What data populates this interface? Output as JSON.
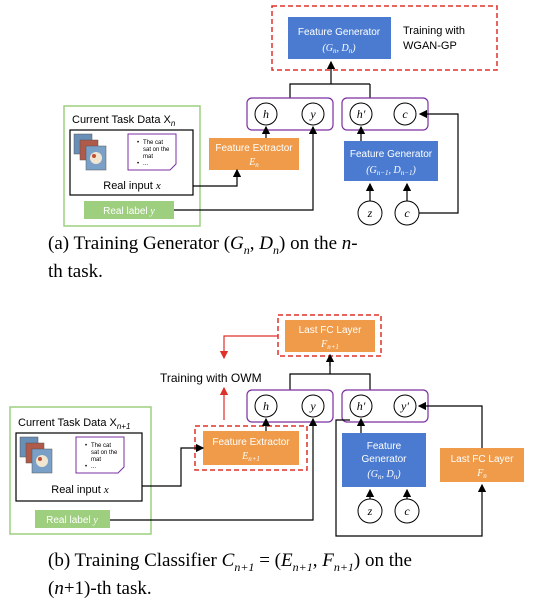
{
  "panel_a": {
    "generator_top": {
      "title": "Feature Generator",
      "sub": "(G_n, D_n)"
    },
    "wgan_note": [
      "Training with",
      "WGAN-GP"
    ],
    "pair1": [
      "h",
      "y"
    ],
    "pair2": [
      "h'",
      "c"
    ],
    "feature_extractor": {
      "title": "Feature Extractor",
      "sub": "E_n"
    },
    "generator_bottom": {
      "title": "Feature Generator",
      "sub": "(G_{n-1}, D_{n-1})"
    },
    "noise": [
      "z",
      "c"
    ],
    "task_box": {
      "title": "Current Task Data X_n",
      "doc_text": [
        "The cat",
        "sat on the",
        "mat",
        "..."
      ],
      "real_input": "Real input x"
    },
    "real_label": "Real label  y",
    "caption_line1": "(a) Training Generator (G_n, D_n) on the n-",
    "caption_line2": "th task."
  },
  "panel_b": {
    "last_fc_top": {
      "title": "Last FC Layer",
      "sub": "F_{n+1}"
    },
    "owm_note": "Training with OWM",
    "pair1": [
      "h",
      "y"
    ],
    "pair2": [
      "h'",
      "y'"
    ],
    "feature_extractor": {
      "title": "Feature Extractor",
      "sub": "E_{n+1}"
    },
    "generator": {
      "title": [
        "Feature",
        "Generator"
      ],
      "sub": "(G_n, D_n)"
    },
    "last_fc_right": {
      "title": "Last FC Layer",
      "sub": "F_n"
    },
    "noise": [
      "z",
      "c"
    ],
    "task_box": {
      "title": "Current Task Data X_{n+1}",
      "doc_text": [
        "The cat",
        "sat on the",
        "mat",
        "..."
      ],
      "real_input": "Real input x"
    },
    "real_label": "Real label  y",
    "caption_line1": "(b) Training Classifier C_{n+1} = (E_{n+1}, F_{n+1}) on the",
    "caption_line2": "(n+1)-th task."
  },
  "colors": {
    "blue": "#4a7bd0",
    "orange": "#ef9b4a",
    "purple": "#7a2fa0",
    "green": "#9ecf7e",
    "red": "#e0302a"
  }
}
